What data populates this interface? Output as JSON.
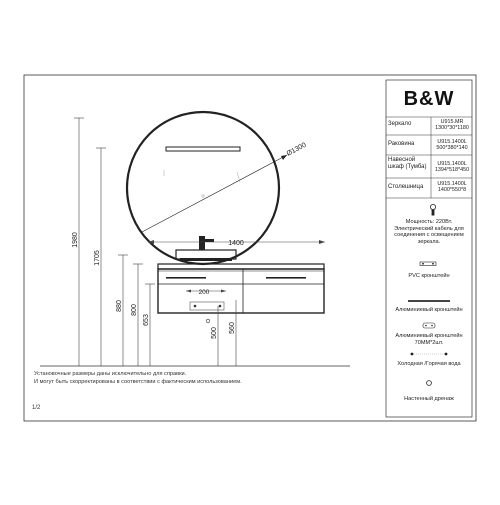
{
  "brand": {
    "logo": "B&W"
  },
  "specs": [
    {
      "label": "Зеркало",
      "value": "U915.MR\n1300*30*1180"
    },
    {
      "label": "Раковина",
      "value": "U915.1400L\n500*380*140"
    },
    {
      "label": "Навесной шкаф (Тумба)",
      "value": "U915.1400L\n1394*518*450"
    },
    {
      "label": "Столешница",
      "value": "U915.1400L\n1400*550*8"
    }
  ],
  "power_note": "Мощность: 220Вт.\nЭлектрический кабель для соединения с освещением зеркала.",
  "legend": [
    {
      "icon": "pvc-bracket-icon",
      "label": "PVC кронштейн"
    },
    {
      "icon": "aluminum-bracket-icon",
      "label": "Алюминиевый кронштейн"
    },
    {
      "icon": "aluminum-bracket-70-icon",
      "label": "Алюминиевый кронштейн\n70ММ*2шт."
    },
    {
      "icon": "water-supply-icon",
      "label": "Холодная /Горячая вода"
    },
    {
      "icon": "wall-drain-icon",
      "label": "Настенный дренаж"
    }
  ],
  "dimensions": {
    "diameter": "Ø1300",
    "width": "1400",
    "basin_width": "200",
    "h1980": "1980",
    "h1705": "1705",
    "h880": "880",
    "h800": "800",
    "h653": "653",
    "h500": "500",
    "h560": "560"
  },
  "disclaimer": "Установочные размеры даны исключительно для справки.\nИ могут быть скорректированы в соответствии с фактическим использованием.",
  "page_number": "1/2",
  "colors": {
    "line": "#333333",
    "dim": "#444444"
  }
}
